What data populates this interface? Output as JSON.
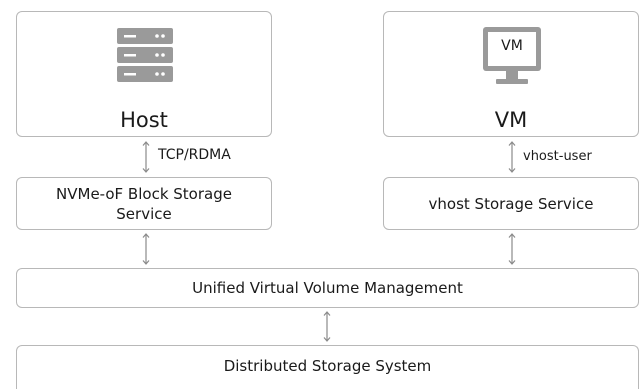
{
  "host": {
    "label": "Host",
    "icon": "server-icon"
  },
  "vm": {
    "label": "VM",
    "icon": "monitor-icon",
    "screen_text": "VM"
  },
  "nvme_service": {
    "label": "NVMe-oF Block Storage Service"
  },
  "vhost_service": {
    "label": "vhost Storage Service"
  },
  "unified": {
    "label": "Unified Virtual Volume Management"
  },
  "distributed": {
    "label": "Distributed Storage System"
  },
  "edges": {
    "host_nvme": "TCP/RDMA",
    "vm_vhost": "vhost-user"
  },
  "colors": {
    "border": "#b8b8b8",
    "icon": "#9a9a9a",
    "arrow": "#8a8a8a"
  }
}
